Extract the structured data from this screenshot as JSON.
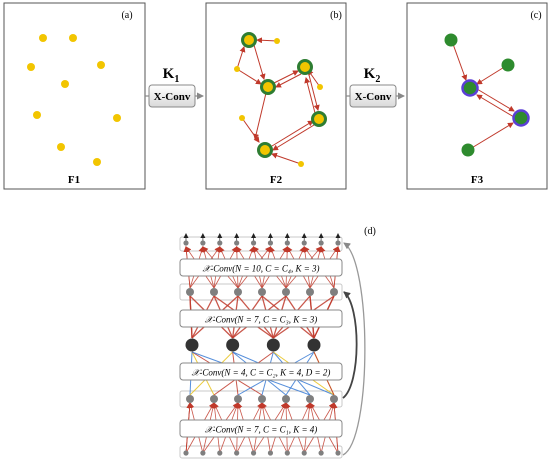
{
  "panels": {
    "a": {
      "tag": "(a)",
      "label": "F1"
    },
    "b": {
      "tag": "(b)",
      "label": "F2"
    },
    "c": {
      "tag": "(c)",
      "label": "F3"
    },
    "d": {
      "tag": "(d)"
    }
  },
  "operators": {
    "k1": {
      "kernel": "K",
      "sub": "1",
      "label": "X-Conv"
    },
    "k2": {
      "kernel": "K",
      "sub": "2",
      "label": "X-Conv"
    }
  },
  "layers": [
    {
      "text": "𝒳-Conv(N = 10, C = C₄, K = 3)"
    },
    {
      "text": "𝒳-Conv(N = 7, C = C₃, K = 3)"
    },
    {
      "text": "𝒳-Conv(N = 4, C = C₂, K = 4, D = 2)"
    },
    {
      "text": "𝒳-Conv(N = 7, C = C₁, K = 4)"
    }
  ],
  "colors": {
    "yellow_point": "#f2c500",
    "green_point": "#2e8b2e",
    "blue_ring": "#5b3fd6",
    "red_edge": "#c0392b",
    "blue_edge": "#3a7bd5",
    "yellow_edge": "#e8c21c",
    "dark_node": "#333333",
    "gray_node": "#7f7f7f"
  }
}
